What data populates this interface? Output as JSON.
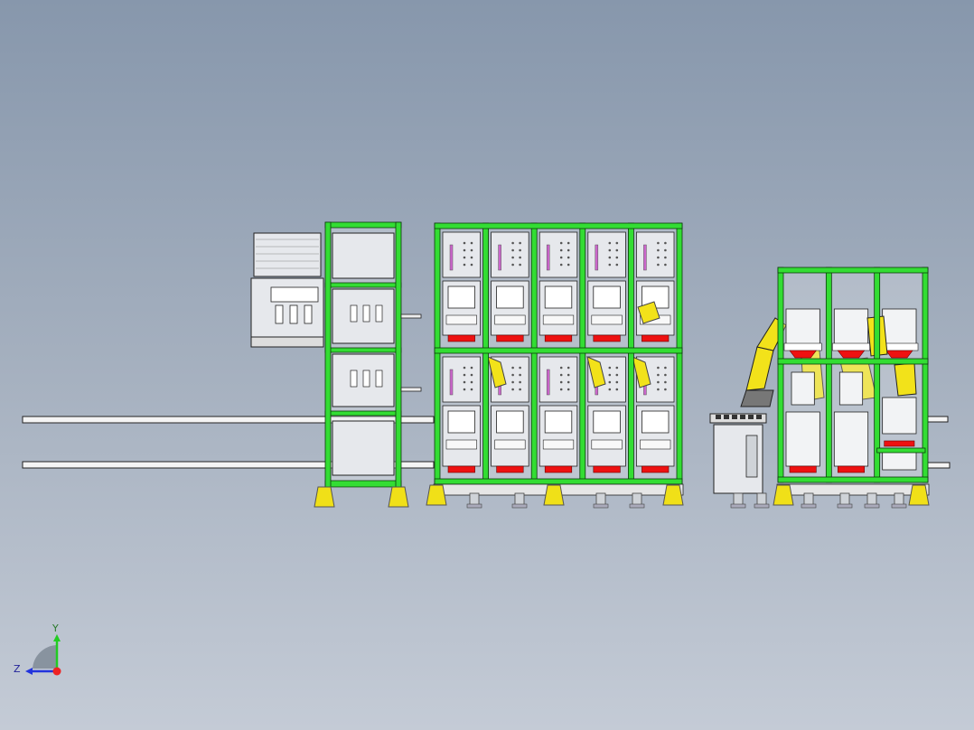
{
  "triad": {
    "y_label": "Y",
    "z_label": "Z",
    "y_color": "#22cc22",
    "z_color": "#2233dd",
    "x_color": "#ee2222"
  },
  "colors": {
    "frame_green": "#33dd33",
    "frame_edge": "#0a3a0a",
    "robot_yellow": "#f2e21a",
    "base_yellow": "#f0e018",
    "tray_red": "#ee1111",
    "panel_gray": "#e6e8ec",
    "line_dark": "#222222"
  },
  "equipment": {
    "grid_columns": 5,
    "grid_rows": 2,
    "right_cell_columns": 3,
    "right_cell_rows": 2
  }
}
